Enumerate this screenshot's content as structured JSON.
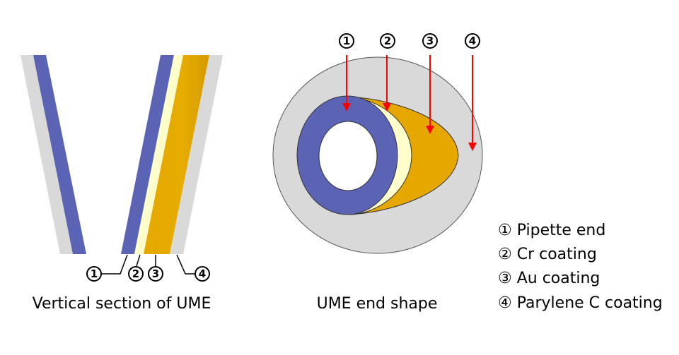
{
  "left_diagram": {
    "caption": "Vertical section of UME",
    "markers": [
      "1",
      "2",
      "3",
      "4"
    ]
  },
  "right_diagram": {
    "caption": "UME end shape",
    "markers": [
      "1",
      "2",
      "3",
      "4"
    ]
  },
  "legend": [
    "① Pipette end",
    "② Cr coating",
    "③ Au coating",
    "④ Parylene C coating"
  ],
  "colors": {
    "pipette": "#5b63b5",
    "cr": "#ffffcc",
    "au": "#e6a800",
    "parylene": "#d9d9d9",
    "arrow": "#ff0000"
  }
}
